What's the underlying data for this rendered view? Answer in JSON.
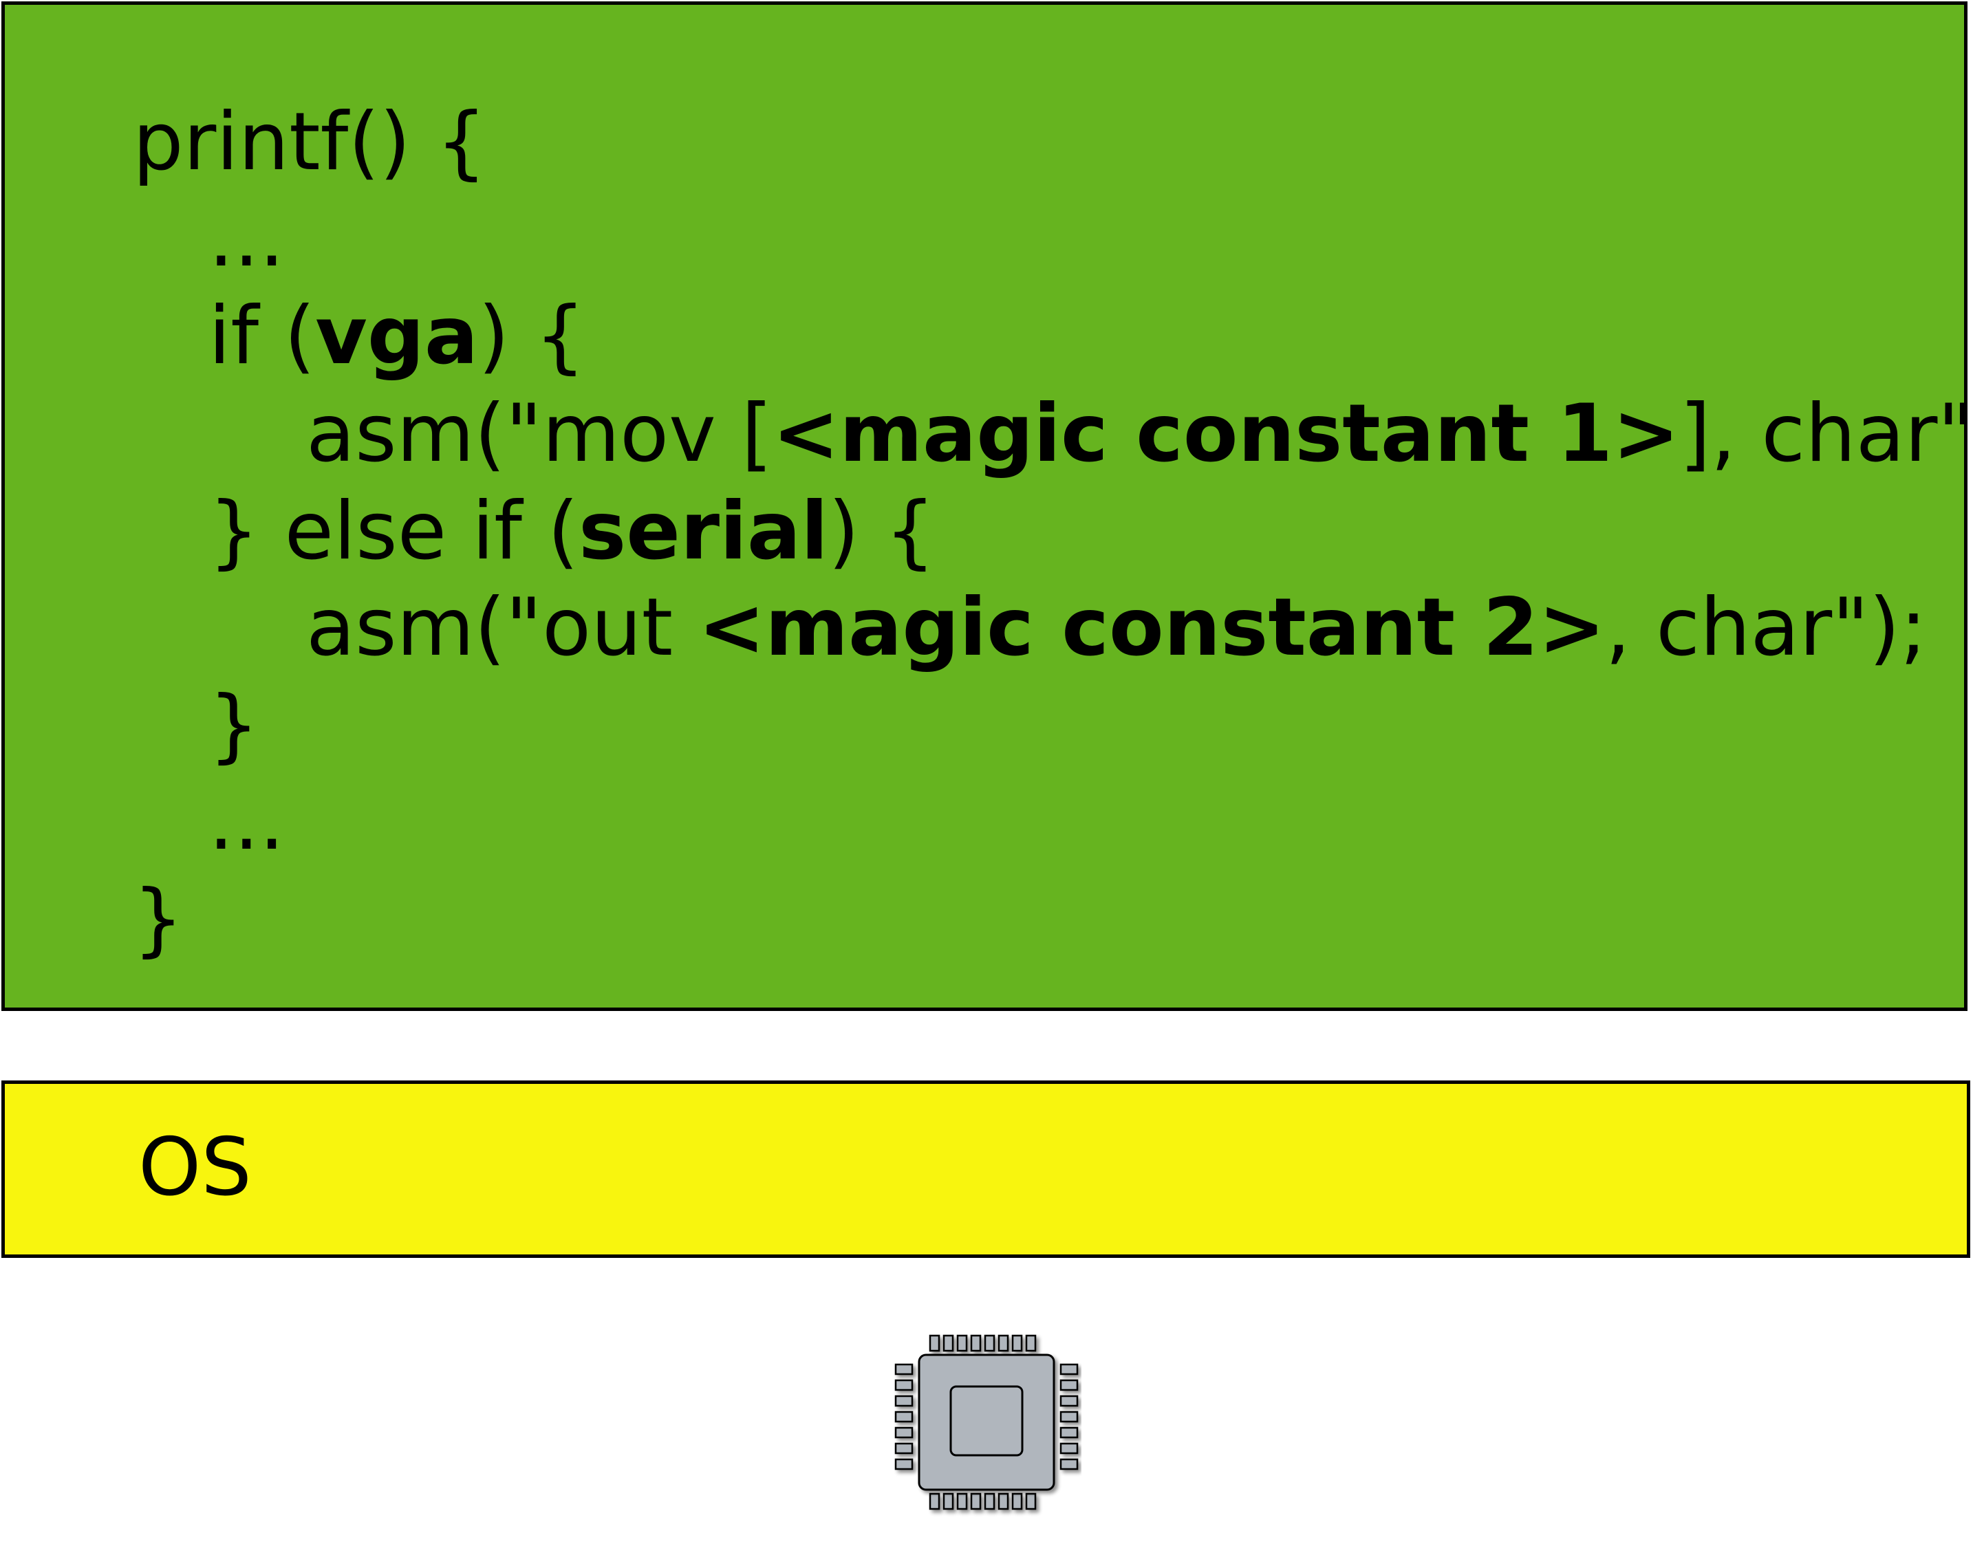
{
  "colors": {
    "application_fill": "#66b41f",
    "os_fill": "#f8f50e",
    "cpu_fill": "#b0b6bd",
    "border": "#000000"
  },
  "code": {
    "line1": "printf() {",
    "line2": "...",
    "line3_pre": "if (",
    "line3_bold": "vga",
    "line3_post": ") {",
    "line4_pre": "asm(\"mov [",
    "line4_bold": "<magic constant 1>",
    "line4_post": "], char\");",
    "line5_pre": "} else if (",
    "line5_bold": "serial",
    "line5_post": ") {",
    "line6_pre": "asm(\"out ",
    "line6_bold": "<magic constant 2>",
    "line6_post": ", char\");",
    "line7": "}",
    "line8": "...",
    "line9": "}"
  },
  "os": {
    "label": "OS"
  },
  "hardware": {
    "icon": "cpu-chip-icon"
  }
}
